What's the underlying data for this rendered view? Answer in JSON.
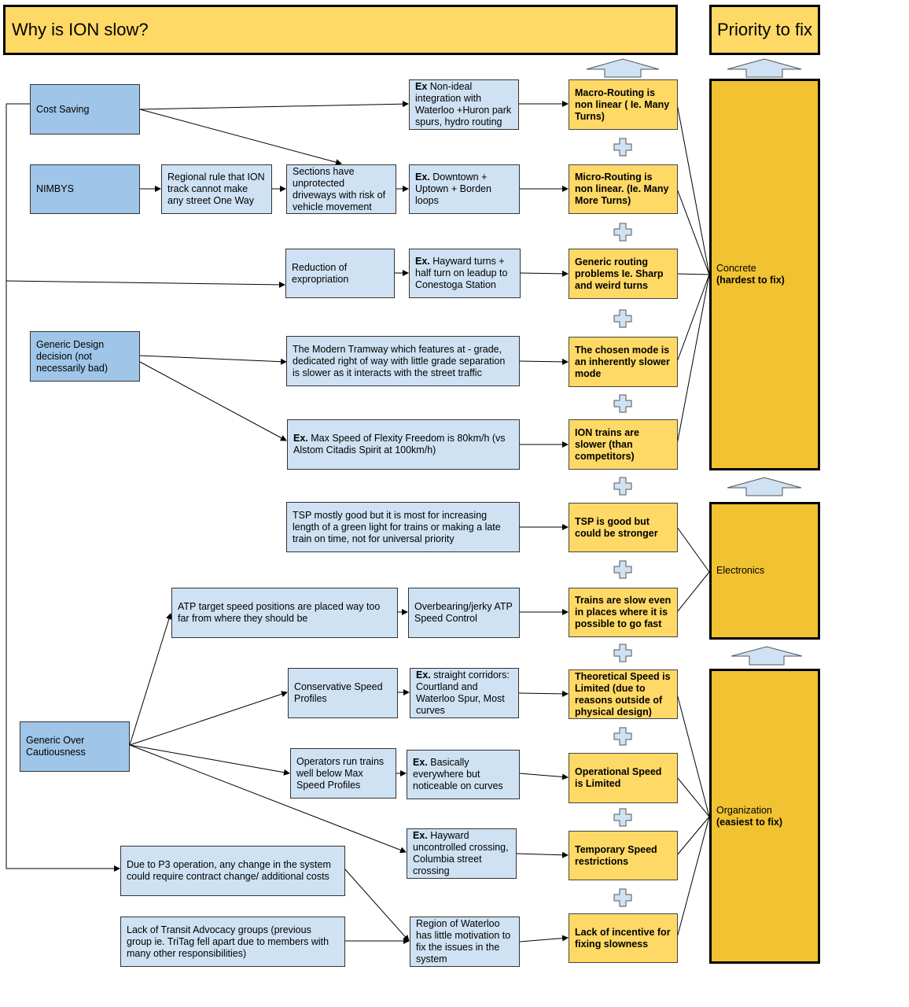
{
  "header": {
    "title": "Why is ION slow?",
    "priority_title": "Priority to fix"
  },
  "causes": {
    "cost_saving": "Cost Saving",
    "nimbys": "NIMBYS",
    "generic_design": "Generic Design decision (not necessarily bad)",
    "generic_over_cautiousness": "Generic Over Cautiousness"
  },
  "mid": {
    "regional_rule": "Regional rule that ION track cannot make any street One Way",
    "sections_unprotected": "Sections have unprotected driveways with risk of vehicle movement",
    "reduction_expropriation": "Reduction of expropriation",
    "modern_tramway": "The Modern Tramway which features at - grade, dedicated right of way with little grade separation is slower as it interacts with the street traffic",
    "tsp_mostly_good": "TSP mostly good but it is most for increasing length of a green light for trains or making a late train on time, not for universal priority",
    "atp_target": "ATP target speed positions are placed way too far from where they should be",
    "conservative_profiles": "Conservative Speed Profiles",
    "operators_run": "Operators run trains well below Max Speed Profiles",
    "p3_operation": "Due to P3 operation, any change in the system could require contract change/ additional costs",
    "advocacy_groups": "Lack of Transit Advocacy groups (previous group ie. TriTag fell apart due to members with many other responsibilities)",
    "region_motivation": "Region of Waterloo has little motivation to fix the issues in the system",
    "overbearing_atp": "Overbearing/jerky ATP Speed Control"
  },
  "examples": {
    "prefix_ex": "Ex",
    "prefix_exdot": "Ex.",
    "non_ideal": " Non-ideal integration with Waterloo +Huron park spurs, hydro routing",
    "downtown": " Downtown + Uptown + Borden loops",
    "hayward_turns": " Hayward turns + half turn on leadup to Conestoga Station",
    "max_speed": " Max Speed of Flexity Freedom is 80km/h (vs Alstom Citadis Spirit at 100km/h)",
    "straight_corridors": "  straight corridors: Courtland and Waterloo Spur, Most curves",
    "basically_everywhere": "  Basically everywhere but noticeable on curves",
    "hayward_crossing": " Hayward uncontrolled crossing, Columbia street crossing"
  },
  "problems": [
    "Macro-Routing is non linear ( Ie. Many Turns)",
    "Micro-Routing is non linear. (Ie. Many More Turns)",
    "Generic routing problems Ie. Sharp and weird turns",
    "The chosen mode is an inherently slower mode",
    "ION trains are slower (than competitors)",
    "TSP is good but could be stronger",
    "Trains are slow even in places where it is possible to go fast",
    "Theoretical Speed is Limited (due to reasons outside of physical design)",
    "Operational Speed is Limited",
    "Temporary Speed restrictions",
    "Lack of incentive for fixing slowness"
  ],
  "priority": {
    "concrete": "Concrete",
    "concrete_note": "(hardest to fix)",
    "electronics": "Electronics",
    "organization": "Organization",
    "organization_note": "(easiest to fix)"
  },
  "colors": {
    "header_fill": "#ffd966",
    "priority_fill": "#f1c232",
    "problem_fill": "#ffd966",
    "cause_fill": "#9fc5e8",
    "node_fill": "#cfe2f3",
    "arrow_fill": "#cfe2f3"
  }
}
